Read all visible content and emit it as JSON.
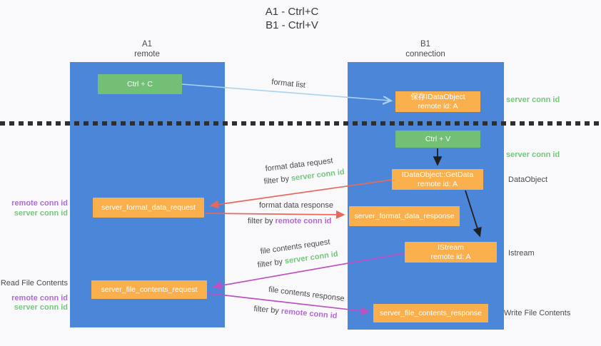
{
  "title": {
    "line1": "A1 - Ctrl+C",
    "line2": "B1 - Ctrl+V"
  },
  "lifelines": {
    "a1": {
      "name": "A1",
      "role": "remote"
    },
    "b1": {
      "name": "B1",
      "role": "connection"
    }
  },
  "boxes": {
    "ctrl_c": "Ctrl + C",
    "save_idataobject": {
      "line1": "保存IDataObject",
      "line2": "remote id: A"
    },
    "ctrl_v": "Ctrl + V",
    "getdata": {
      "line1": "IDataObject::GetData",
      "line2": "remote id: A"
    },
    "format_request": "server_format_data_request",
    "format_response": "server_format_data_response",
    "istream": {
      "line1": "IStream",
      "line2": "remote id: A"
    },
    "file_request": "server_file_contents_request",
    "file_response": "server_file_contents_response"
  },
  "arrow_labels": {
    "format_list": "format list",
    "format_data_request": "format data request",
    "filter_server_1": {
      "prefix": "filter by ",
      "id": "server conn id"
    },
    "format_data_response": "format data response",
    "filter_remote_1": {
      "prefix": "filter by ",
      "id": "remote conn id"
    },
    "file_contents_request": "file contents request",
    "filter_server_2": {
      "prefix": "filter by ",
      "id": "server conn id"
    },
    "file_contents_response": "file contents response",
    "filter_remote_2": {
      "prefix": "filter by ",
      "id": "remote conn id"
    }
  },
  "side_labels": {
    "right_server_conn_1": "server conn id",
    "right_server_conn_2": "server conn id",
    "dataobject": "DataObject",
    "istream": "Istream",
    "write_file": "Write File Contents",
    "left_remote_conn_1": "remote conn id",
    "left_server_conn_1": "server conn id",
    "read_file": "Read File Contents",
    "left_remote_conn_2": "remote conn id",
    "left_server_conn_2": "server conn id"
  },
  "colors": {
    "lifeline_blue": "#4c86d8",
    "box_green": "#72bf76",
    "box_orange": "#f9af4b",
    "arrow_lightblue": "#a9d3f2",
    "arrow_red": "#e8685c",
    "arrow_magenta": "#bb52c0",
    "arrow_black": "#1f1f1f",
    "text_green": "#74c77c",
    "text_purple": "#b06ad4",
    "text_gray": "#4c4c4c"
  }
}
